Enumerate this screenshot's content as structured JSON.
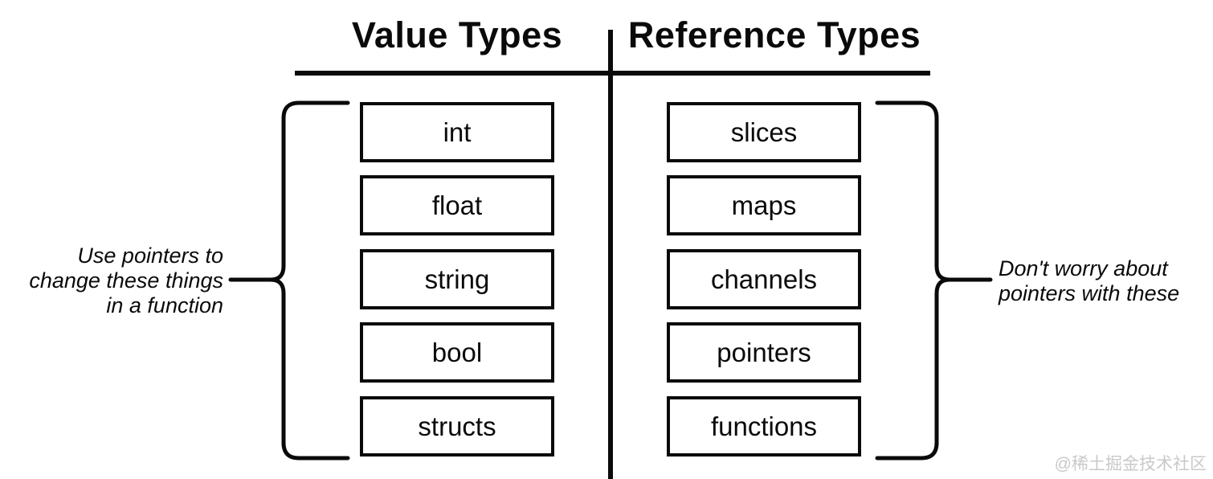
{
  "diagram": {
    "headers": {
      "left": "Value Types",
      "right": "Reference Types"
    },
    "columns": {
      "left": {
        "items": [
          "int",
          "float",
          "string",
          "bool",
          "structs"
        ]
      },
      "right": {
        "items": [
          "slices",
          "maps",
          "channels",
          "pointers",
          "functions"
        ]
      }
    },
    "annotations": {
      "left": {
        "lines": [
          "Use pointers to",
          "change these things",
          "in a function"
        ]
      },
      "right": {
        "lines": [
          "Don't worry about",
          "pointers with these"
        ]
      }
    },
    "watermark": "@稀土掘金技术社区",
    "colors": {
      "line": "#0a0a0a",
      "background": "#ffffff",
      "watermark": "#c9c9c9"
    }
  }
}
